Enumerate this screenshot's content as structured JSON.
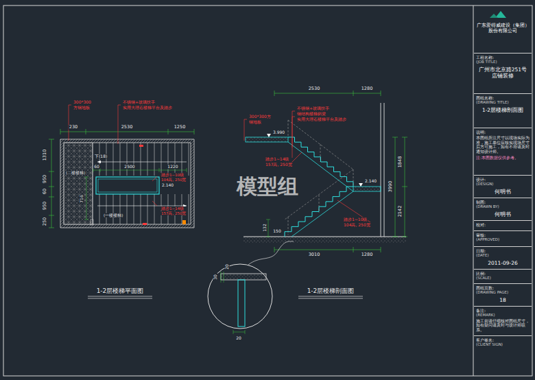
{
  "diagram": {
    "nodes": [
      {
        "text": [
          "广东爱得威建设（集团）股份有限公司"
        ]
      },
      {
        "text": [
          "工程名称:",
          "(JOB TITLE)",
          "广州市北京路251号 店铺装修"
        ]
      },
      {
        "text": [
          "图纸名称:",
          "(DRAWING TITLE)",
          "1-2层楼梯剖面图"
        ]
      },
      {
        "text": [
          "说明:",
          "本图纸所注尺寸以现场实际为准，施工单位应核实现场尺寸后方可施工，如有不符请及时通知设计师。",
          "注:本图数据仅供参考。"
        ]
      },
      {
        "text": [
          "设计:",
          "(DESIGN)",
          "何明书"
        ]
      },
      {
        "text": [
          "制图:",
          "(DRAWN BY)",
          "何明书"
        ]
      },
      {
        "text": [
          "校对:"
        ]
      },
      {
        "text": [
          "审核:",
          "(APPROVED)"
        ]
      },
      {
        "text": [
          "日期:",
          "(DATE)",
          "2011-09-26"
        ]
      },
      {
        "text": [
          "比例:",
          "(SCALE)"
        ]
      },
      {
        "text": [
          "图纸页数:",
          "(DRAWING PAGE)",
          "18"
        ]
      },
      {
        "text": [
          "备注:",
          "(REMARK)",
          "施工前请仔细核对图纸尺寸，如有疑问请及时与设计师联系。"
        ]
      },
      {
        "text": [
          "客户签名:",
          "(CLIENT SIGN)"
        ]
      }
    ],
    "labels": [
      "模型组",
      "300*300",
      "方钢地板",
      "不锈钢+玻璃扶手",
      "实用大理石楼梯平台及踏步",
      "230",
      "2530",
      "1250",
      "1310",
      "950",
      "60",
      "950",
      "250",
      "下(18)",
      "(二楼楼梯)",
      "2500",
      "60",
      "1220",
      "716",
      "2.140",
      "(一楼楼梯)",
      "踏步1~10级",
      "104高, 250宽",
      "踏步1~14级",
      "157高, 250宽",
      "300*300方",
      "钢地板",
      "不锈钢+玻璃扶手",
      "钢结构楼梯斜梁",
      "实用大理石楼梯平台及踏步",
      "2530",
      "1280",
      "3.990",
      "2.140",
      "1848",
      "3990",
      "2142",
      "踏步1~14级",
      "157高, 250宽",
      "踏步1~10级",
      "104高, 250宽",
      "132",
      "150",
      "3010",
      "1280",
      "30",
      "20",
      "20",
      "1-2层楼梯平面图",
      "1-2层楼梯剖面图"
    ]
  }
}
